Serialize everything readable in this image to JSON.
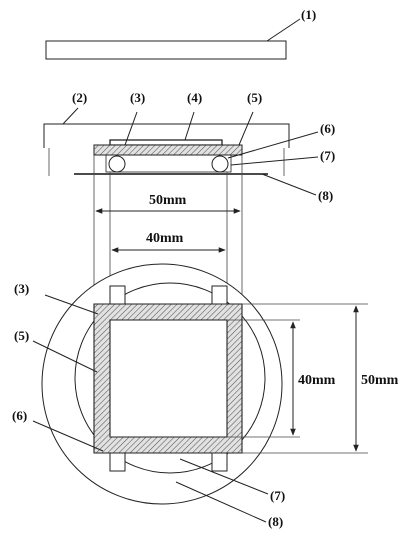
{
  "labels": {
    "l1": "(1)",
    "l2": "(2)",
    "l3": "(3)",
    "l4": "(4)",
    "l5": "(5)",
    "l6": "(6)",
    "l7": "(7)",
    "l8": "(8)"
  },
  "dimensions": {
    "outer_width": "50mm",
    "inner_width": "40mm",
    "inner_height": "40mm",
    "outer_height": "50mm"
  },
  "colors": {
    "line": "#222222",
    "hatch": "#555555",
    "frame_fill": "#d8d8d8",
    "background": "#ffffff"
  }
}
